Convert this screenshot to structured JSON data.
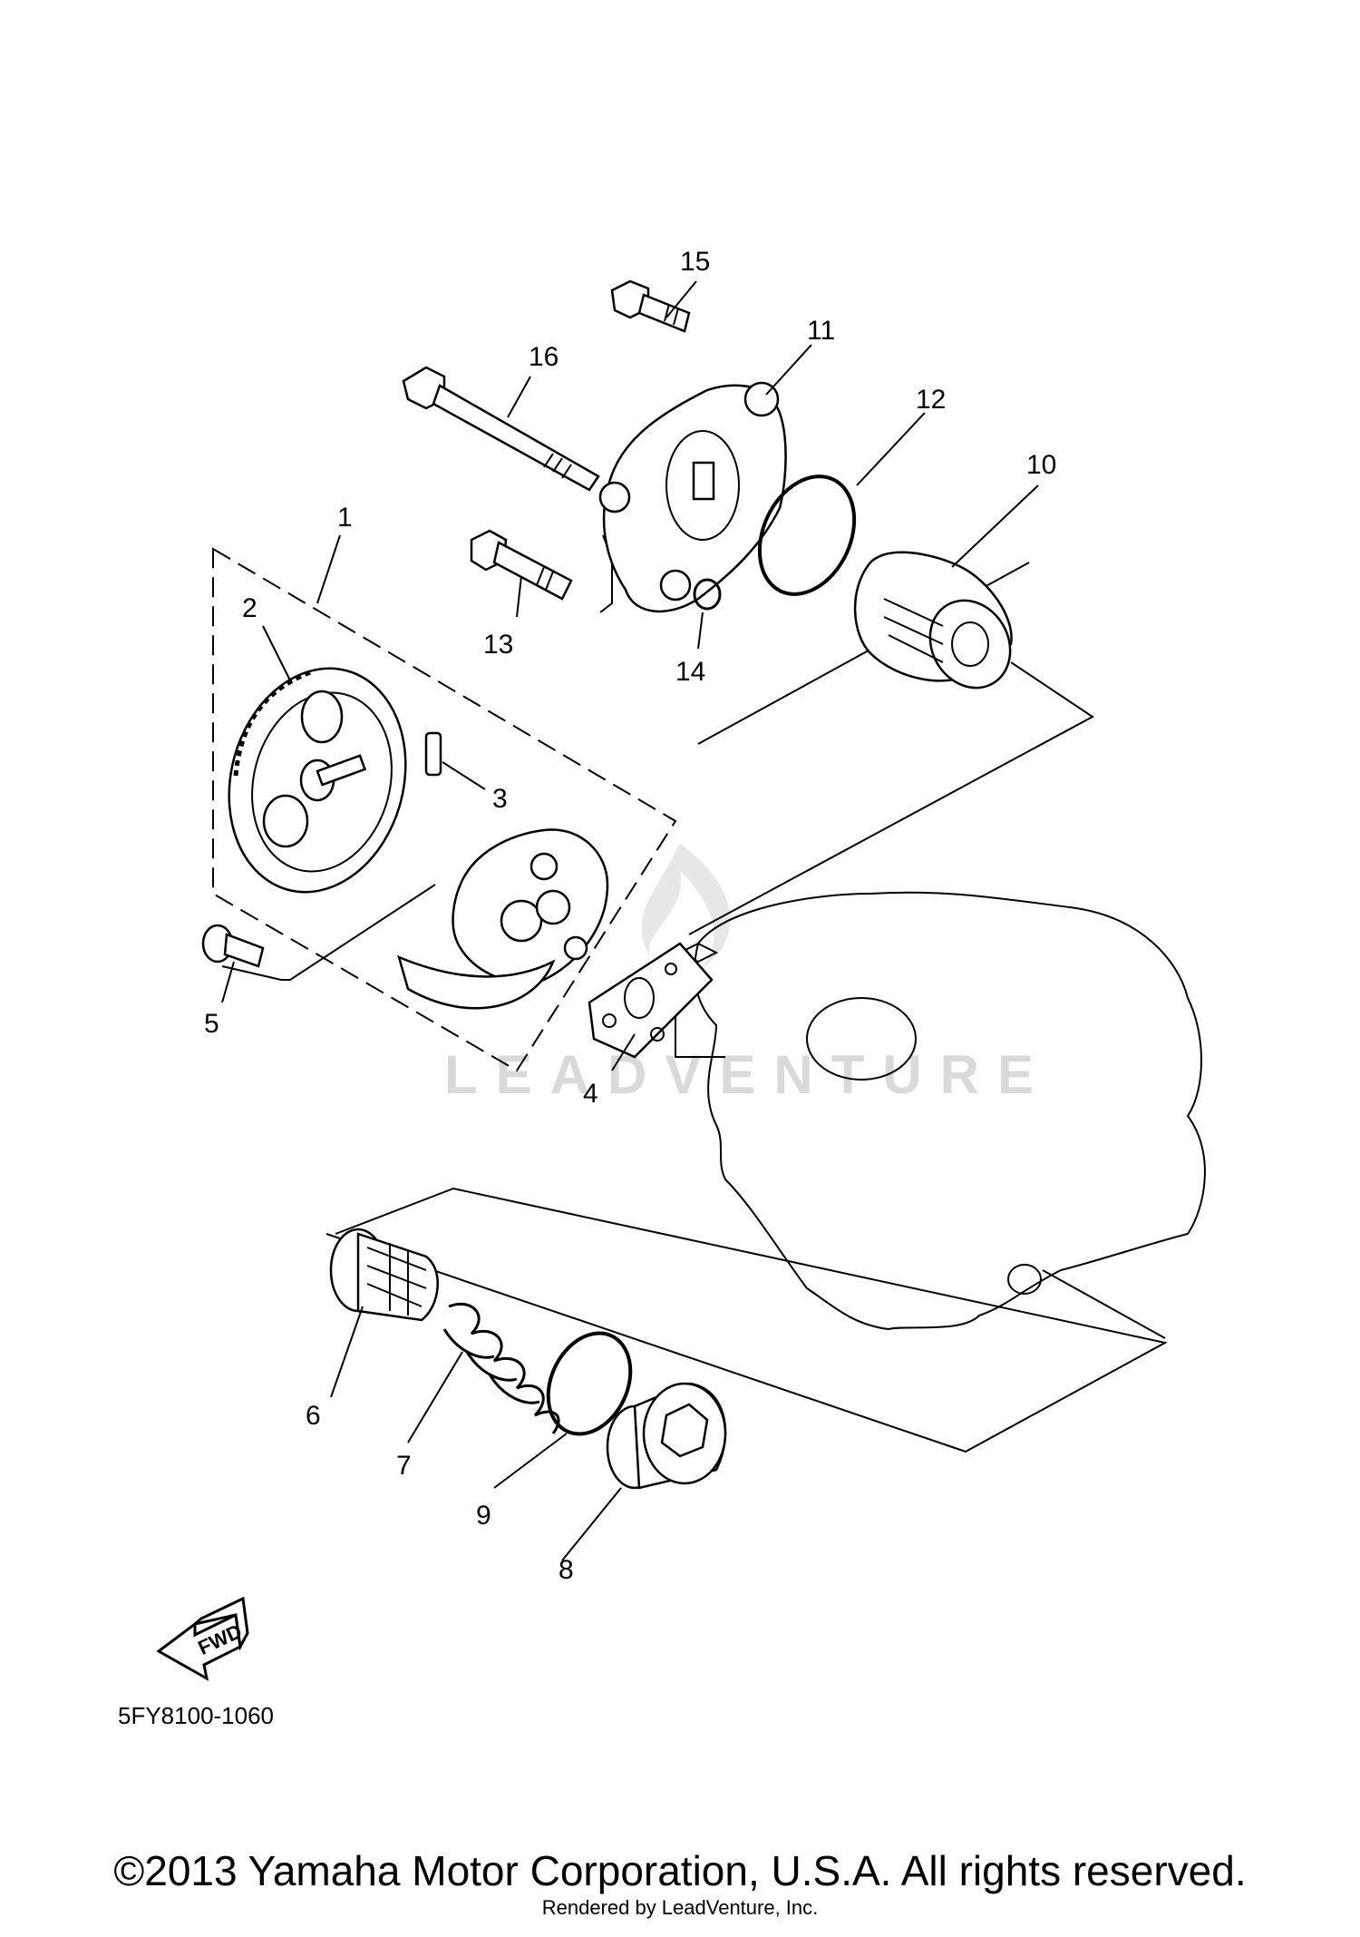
{
  "diagram_code": "5FY8100-1060",
  "fwd_label": "FWD",
  "watermark": "LEADVENTURE",
  "copyright": "©2013 Yamaha Motor Corporation, U.S.A. All rights reserved.",
  "rendered_by": "Rendered by LeadVenture, Inc.",
  "callouts": {
    "c1": "1",
    "c2": "2",
    "c3": "3",
    "c4": "4",
    "c5": "5",
    "c6": "6",
    "c7": "7",
    "c8": "8",
    "c9": "9",
    "c10": "10",
    "c11": "11",
    "c12": "12",
    "c13": "13",
    "c14": "14",
    "c15": "15",
    "c16": "16"
  }
}
